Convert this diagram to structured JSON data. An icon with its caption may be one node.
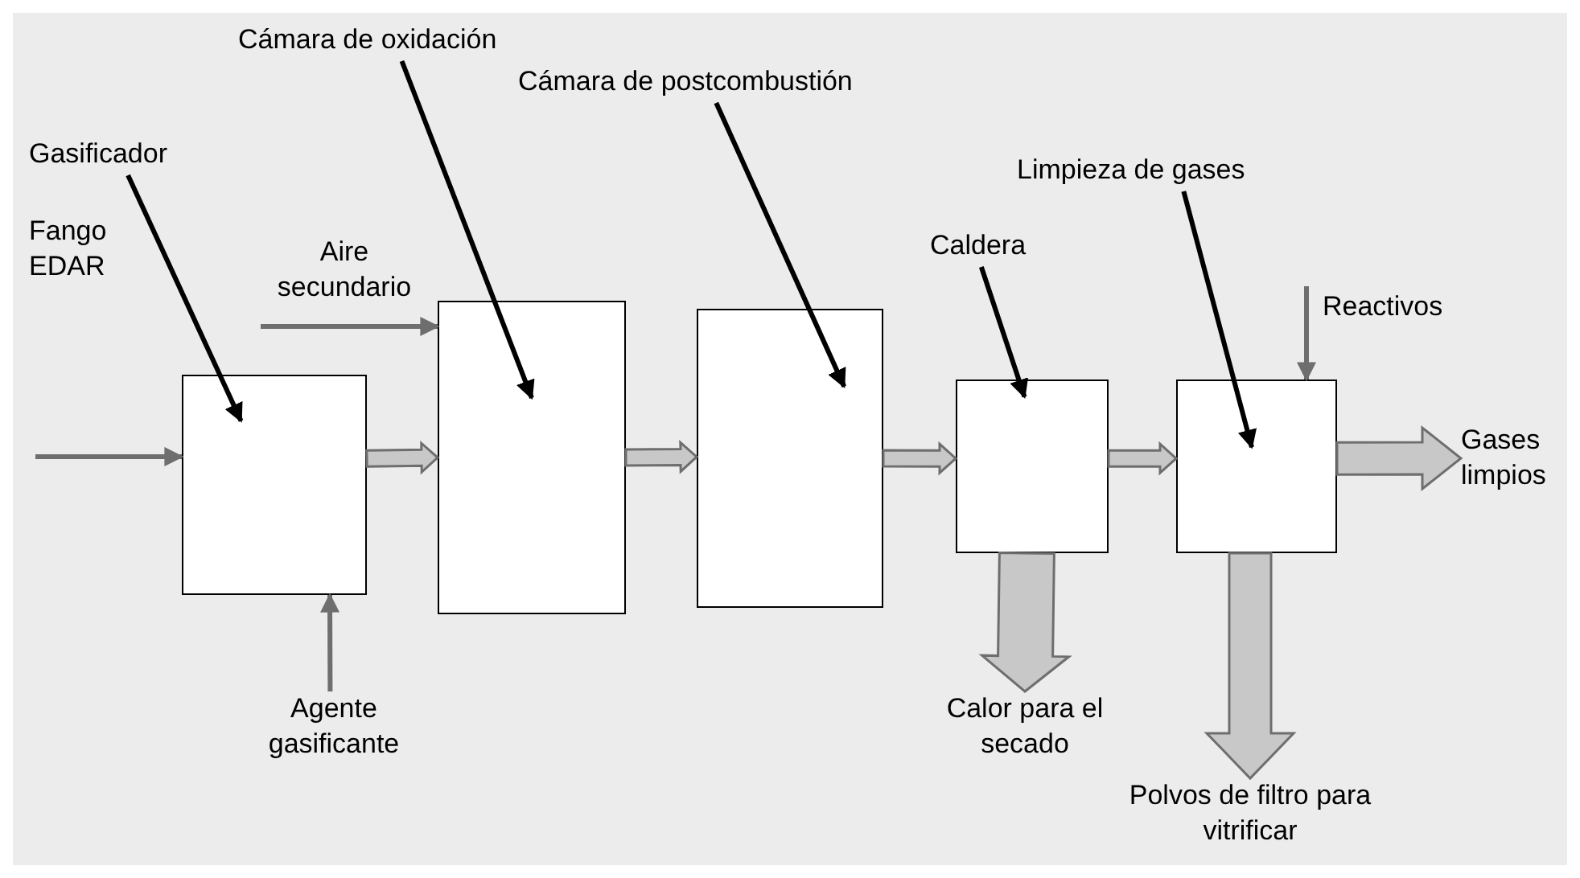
{
  "diagram": {
    "nodes": [
      {
        "text": [
          "Cámara de oxidación"
        ]
      },
      {
        "text": [
          "Gasificador"
        ]
      },
      {
        "text": [
          "Cámara de postcombustión"
        ]
      },
      {
        "text": [
          "Limpieza de gases"
        ]
      },
      {
        "text": [
          "Caldera"
        ]
      },
      {
        "text": [],
        "shape": "box"
      },
      {
        "text": [],
        "shape": "box"
      },
      {
        "text": [],
        "shape": "box"
      },
      {
        "text": [],
        "shape": "box"
      },
      {
        "text": [],
        "shape": "box"
      },
      {
        "text": [
          "Gases limpios"
        ]
      },
      {
        "text": [
          "Agente gasificante"
        ]
      },
      {
        "text": [
          "Calor para el secado"
        ]
      },
      {
        "text": [
          "Polvos de filtro para vitrificar"
        ]
      }
    ],
    "edges": [
      {
        "from": 1,
        "to": 5,
        "arrow": "to",
        "color": "#000000"
      },
      {
        "from": 0,
        "to": 6,
        "arrow": "to",
        "color": "#000000"
      },
      {
        "from": 2,
        "to": 7,
        "arrow": "to",
        "color": "#000000"
      },
      {
        "from": 4,
        "to": 8,
        "arrow": "to",
        "color": "#000000"
      },
      {
        "from": 3,
        "to": 9,
        "arrow": "to",
        "color": "#000000"
      },
      {
        "from": null,
        "to": 5,
        "arrow": "to",
        "color": "#6e6e6e"
      },
      {
        "from": null,
        "to": 6,
        "arrow": "to",
        "color": "#6e6e6e"
      },
      {
        "from": 11,
        "to": 5,
        "arrow": "to",
        "color": "#6e6e6e"
      },
      {
        "from": null,
        "to": 9,
        "arrow": "to",
        "color": "#6e6e6e"
      },
      {
        "from": 5,
        "to": 6,
        "arrow": "to",
        "style": "thick"
      },
      {
        "from": 6,
        "to": 7,
        "arrow": "to",
        "style": "thick"
      },
      {
        "from": 7,
        "to": 8,
        "arrow": "to",
        "style": "thick"
      },
      {
        "from": 8,
        "to": 9,
        "arrow": "to",
        "style": "thick"
      },
      {
        "from": 9,
        "to": 10,
        "arrow": "to",
        "style": "thick"
      },
      {
        "from": 8,
        "to": 12,
        "arrow": "to",
        "style": "thick"
      },
      {
        "from": 9,
        "to": 13,
        "arrow": "to",
        "style": "thick"
      }
    ],
    "labels": [
      "Aire secundario",
      "Fango EDAR",
      "Reactivos"
    ]
  }
}
